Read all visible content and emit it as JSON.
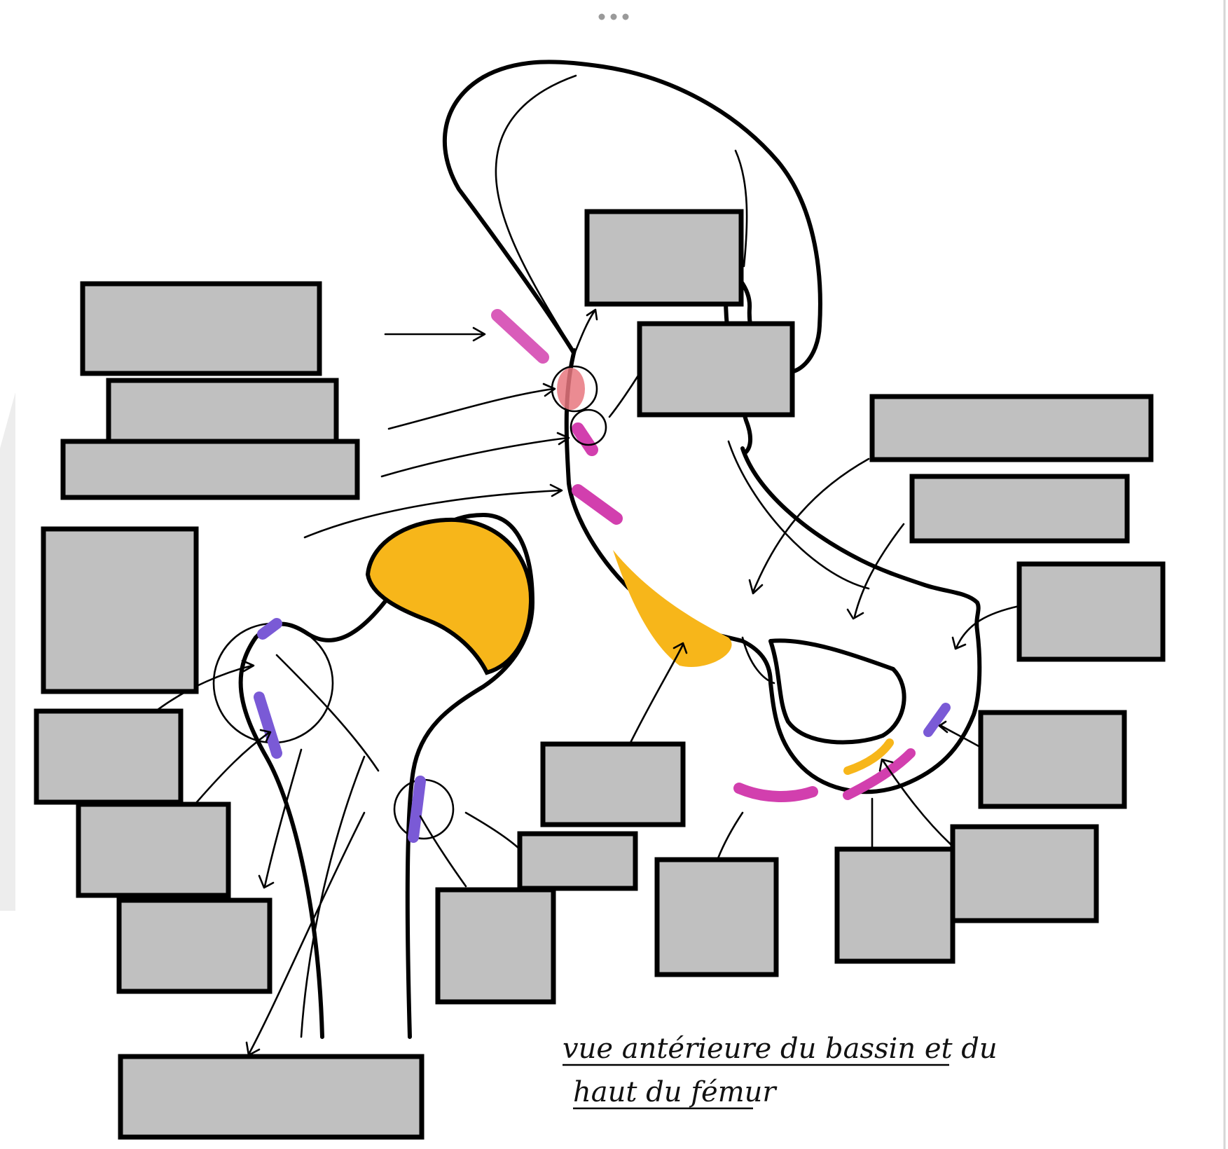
{
  "toolbar": {
    "more_icon": "more-horizontal-icon"
  },
  "colors": {
    "background": "#ffffff",
    "label_box_fill": "#c0c0c0",
    "outline": "#000000",
    "articular_cartilage": "#f7b61a",
    "muscle_insertion_magenta": "#d23fae",
    "muscle_insertion_violet": "#7a5ad6",
    "muscle_insertion_pink": "#e8777f"
  },
  "diagram": {
    "caption_line_1": "vue antérieure du bassin et du",
    "caption_line_2": "haut du fémur",
    "hidden_labels": [
      "label-1",
      "label-2",
      "label-3",
      "label-4",
      "label-5",
      "label-6",
      "label-7",
      "label-8",
      "label-9",
      "label-10",
      "label-11",
      "label-12",
      "label-13",
      "label-14",
      "label-15",
      "label-16",
      "label-17",
      "label-18",
      "label-19",
      "label-20",
      "label-21",
      "label-22"
    ]
  }
}
